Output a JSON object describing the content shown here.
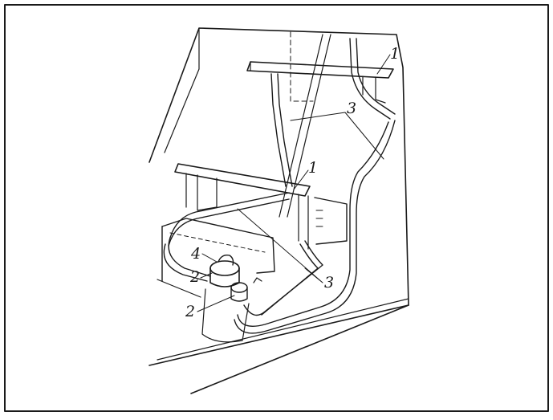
{
  "diagram": {
    "callouts": {
      "radiator_upper": "1",
      "radiator_lower": "1",
      "hose_upper": "3",
      "hose_lower": "3",
      "tap": "4",
      "pump": "2",
      "filter": "2"
    }
  }
}
